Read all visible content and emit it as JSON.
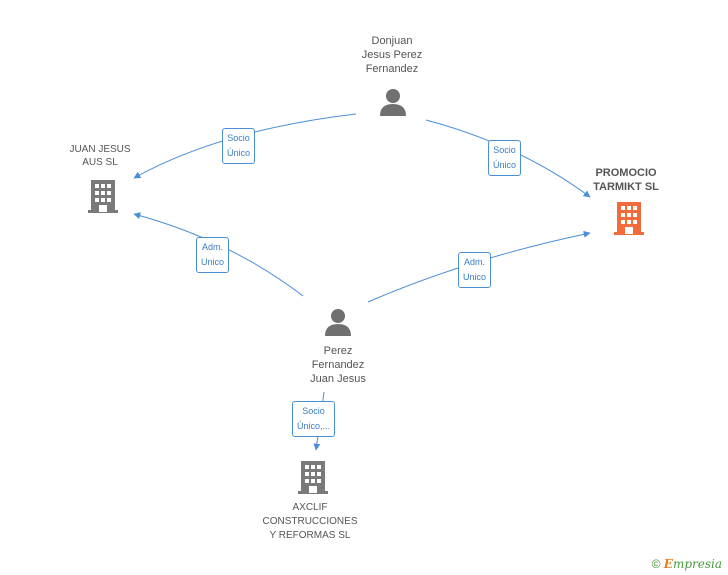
{
  "nodes": {
    "donjuan": {
      "label_lines": [
        "Donjuan",
        "Jesus Perez",
        "Fernandez"
      ],
      "type": "person"
    },
    "juan_jesus_aus": {
      "label_lines": [
        "JUAN JESUS",
        "AUS SL"
      ],
      "type": "company"
    },
    "promocio_tarmikt": {
      "label_lines": [
        "PROMOCIO",
        "TARMIKT SL"
      ],
      "type": "company",
      "highlight": true
    },
    "perez_fernandez": {
      "label_lines": [
        "Perez",
        "Fernandez",
        "Juan Jesus"
      ],
      "type": "person"
    },
    "axclif": {
      "label_lines": [
        "AXCLIF",
        "CONSTRUCCIONES",
        "Y REFORMAS SL"
      ],
      "type": "company"
    }
  },
  "edges": {
    "donjuan_to_juan": {
      "lines": [
        "Socio",
        "Único"
      ]
    },
    "donjuan_to_promocio": {
      "lines": [
        "Socio",
        "Único"
      ]
    },
    "perez_to_juan": {
      "lines": [
        "Adm.",
        "Unico"
      ]
    },
    "perez_to_promocio": {
      "lines": [
        "Adm.",
        "Unico"
      ]
    },
    "perez_to_axclif": {
      "lines": [
        "Socio",
        "Único,..."
      ]
    }
  },
  "colors": {
    "edge": "#4a8fd6",
    "company_icon": "#7a7a7a",
    "person_icon": "#707070",
    "highlight_icon": "#f26b3a"
  },
  "footer": {
    "copyright_symbol": "©",
    "brand_first": "E",
    "brand_rest": "mpresia"
  }
}
